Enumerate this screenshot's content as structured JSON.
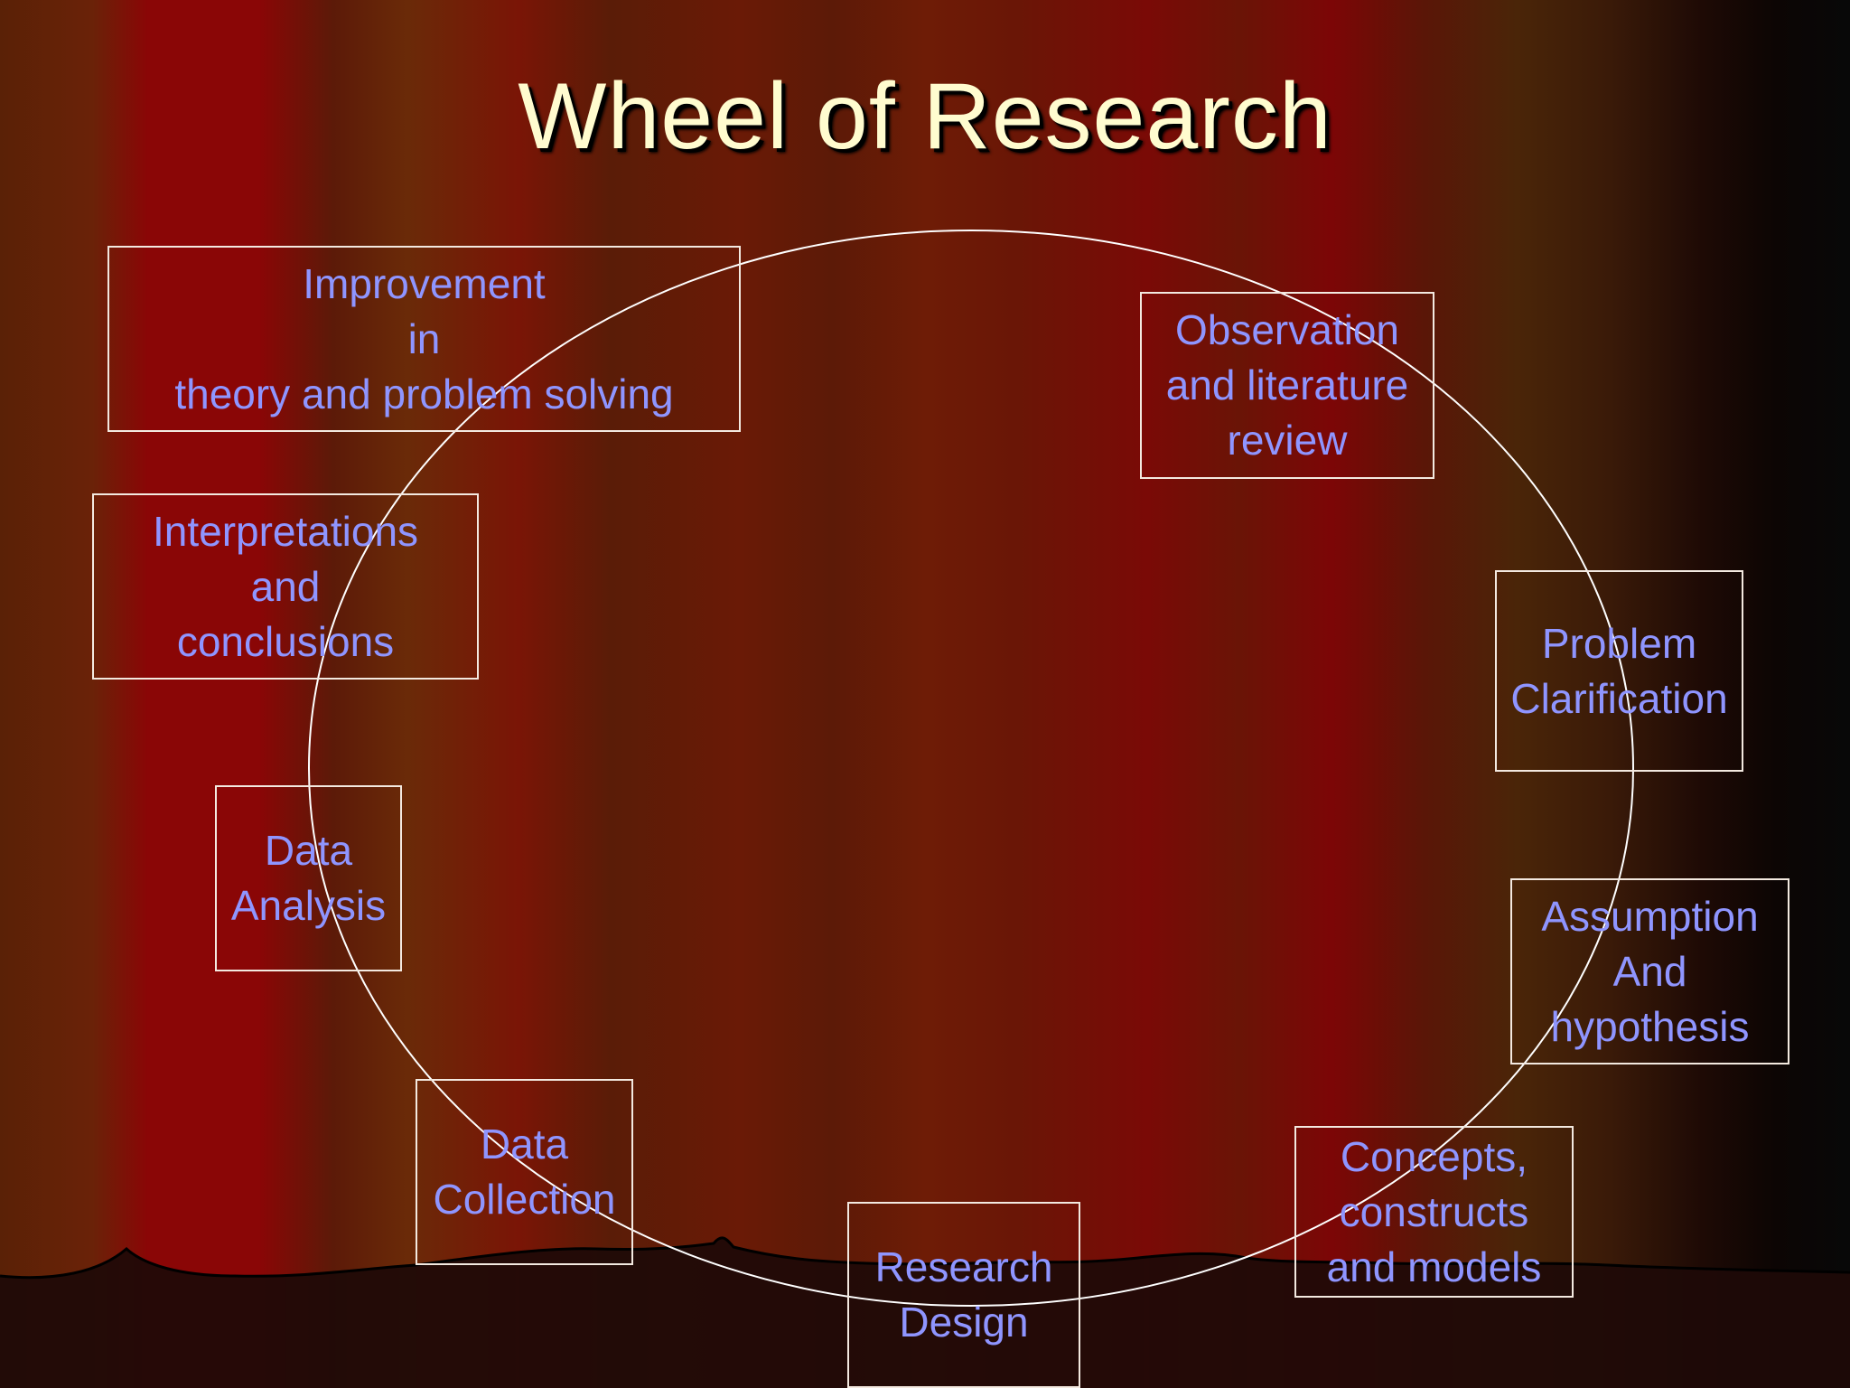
{
  "slide": {
    "title": "Wheel of Research",
    "colors": {
      "title": "#fffccf",
      "node_text": "#8f95ff",
      "node_border": "#f3e9e0",
      "wheel": "#ffffff"
    }
  },
  "nodes": {
    "improvement": "Improvement\nin\ntheory and problem solving",
    "observation": "Observation\nand literature\nreview",
    "interpretations": "Interpretations\nand\nconclusions",
    "problem": "Problem\nClarification",
    "data_analysis": "Data\nAnalysis",
    "assumption": "Assumption\nAnd\nhypothesis",
    "data_collection": "Data\nCollection",
    "concepts": "Concepts,\nconstructs\nand models",
    "research_design": "Research\nDesign"
  }
}
